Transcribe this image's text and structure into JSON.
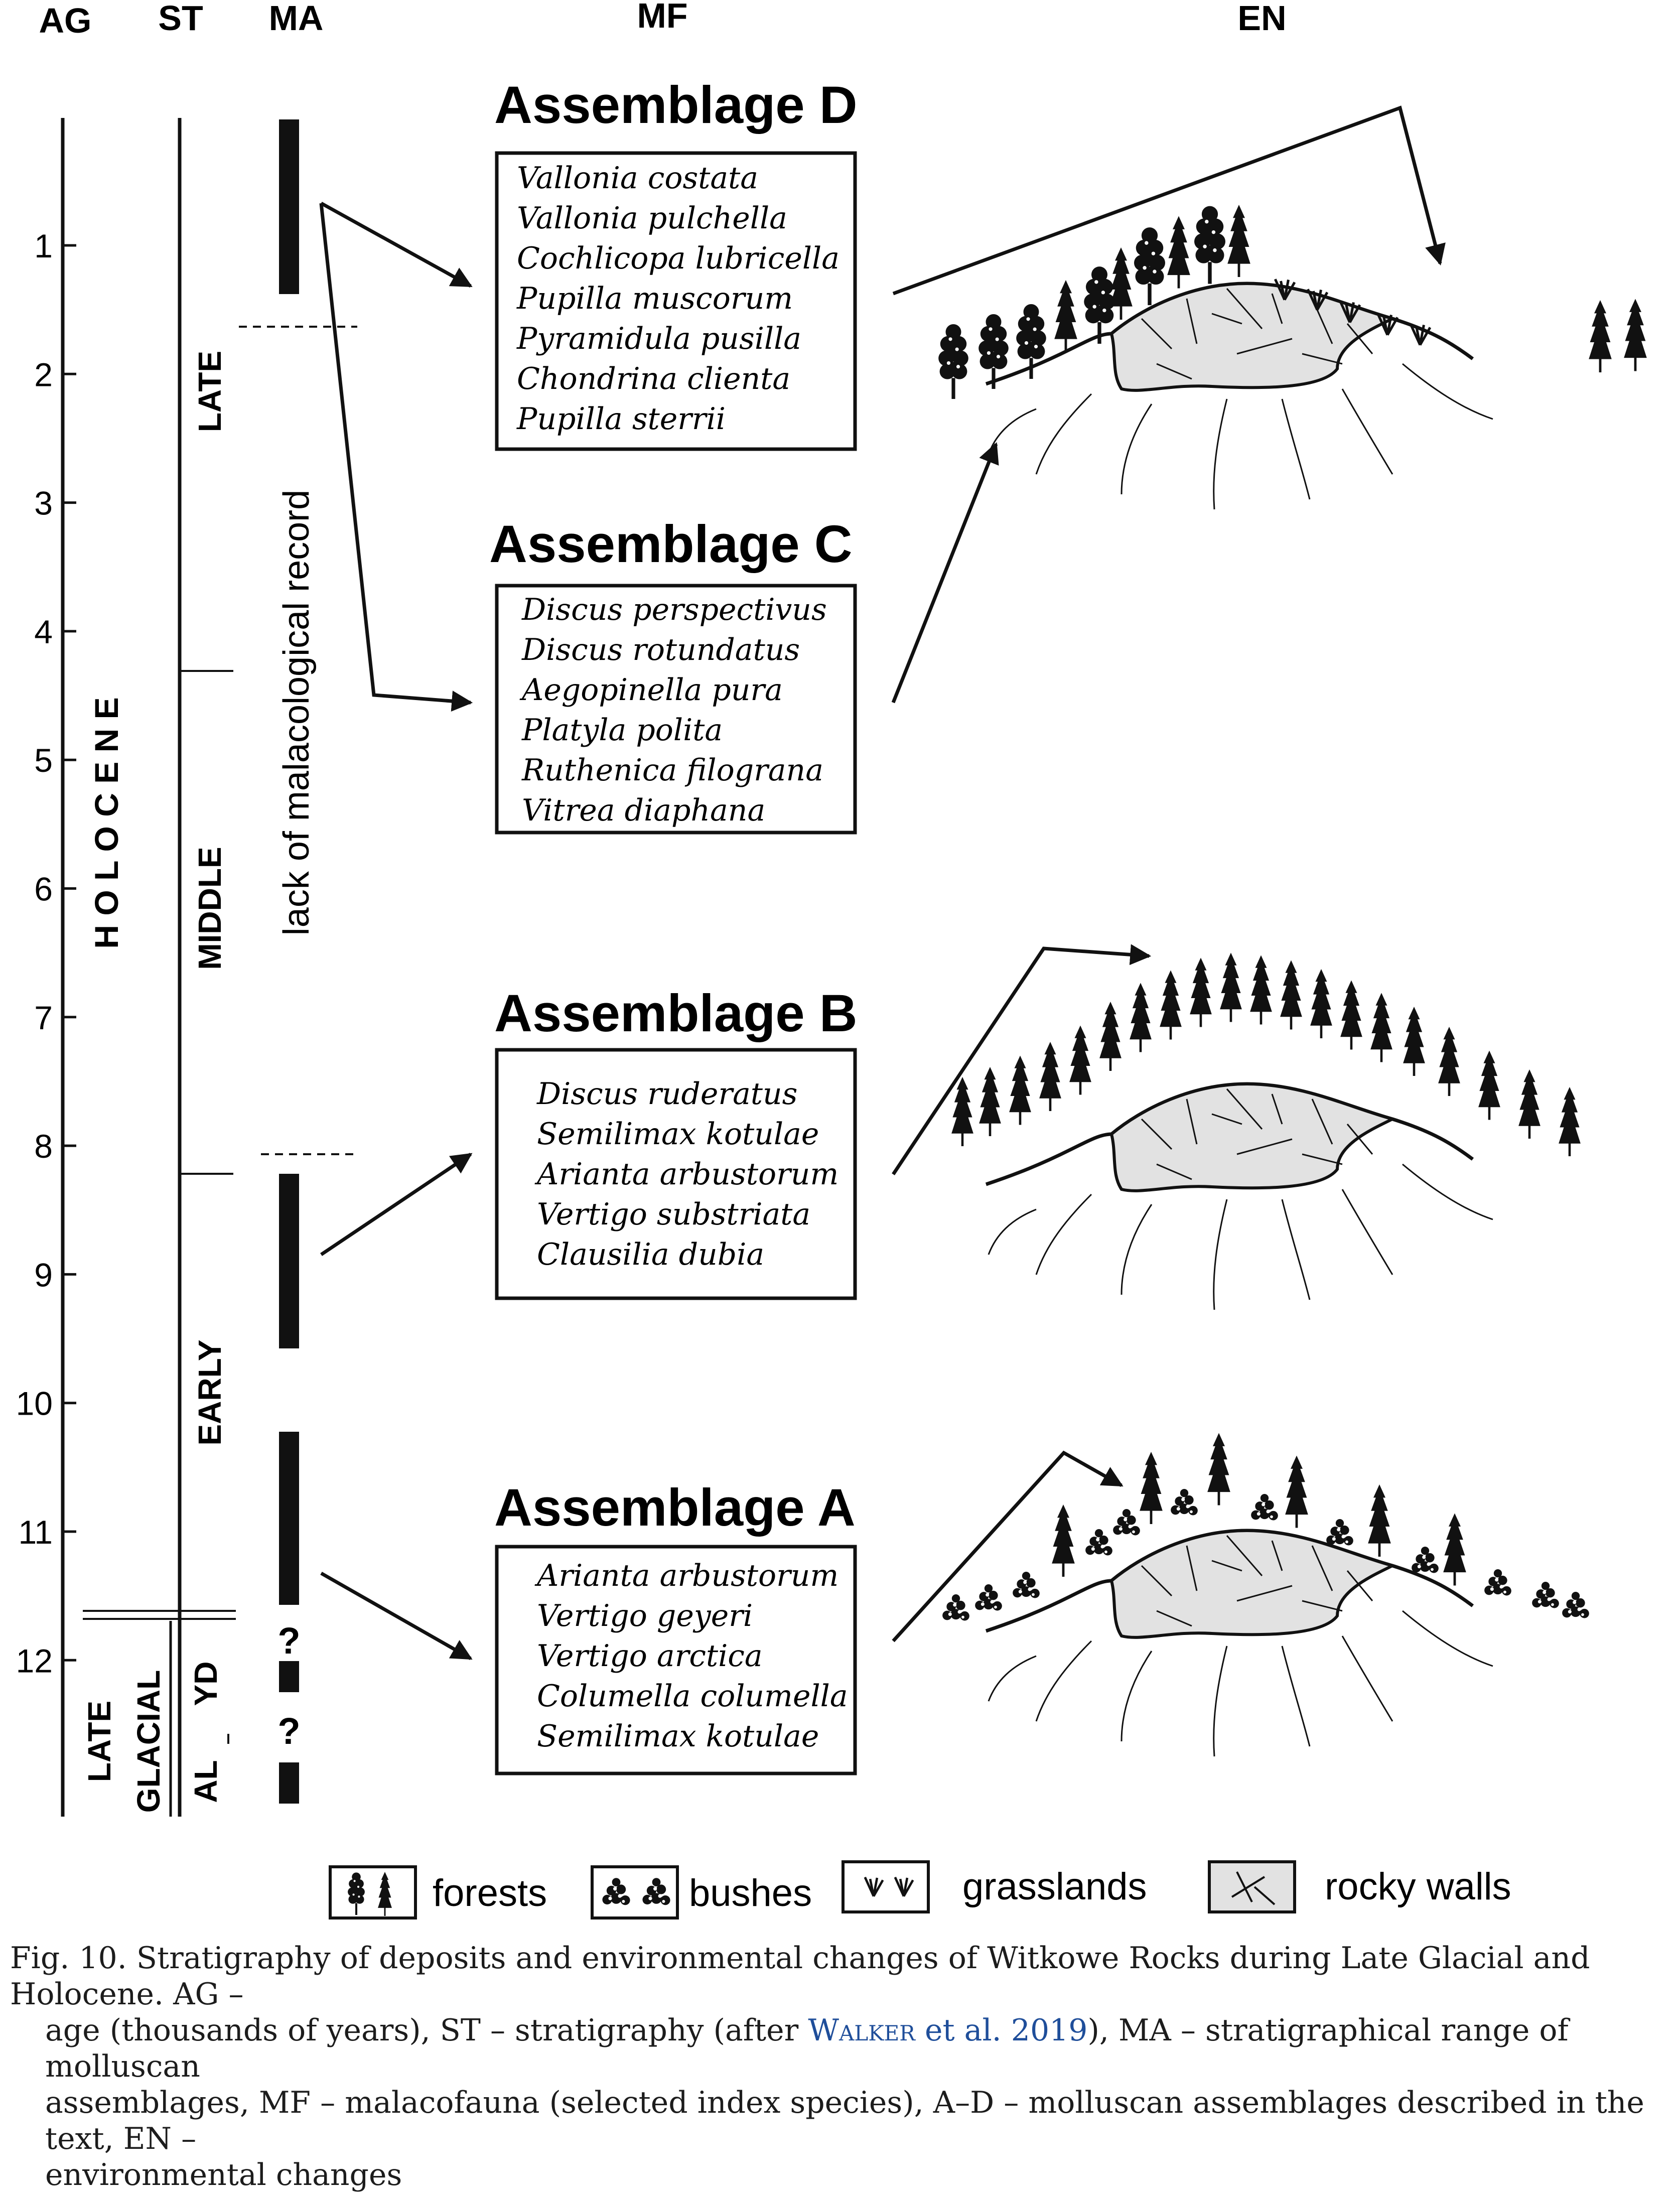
{
  "colors": {
    "ink": "#111111",
    "rock_fill": "#e2e2e2",
    "link": "#1f4e9a"
  },
  "columns": {
    "ag": "AG",
    "st": "ST",
    "ma": "MA",
    "mf": "MF",
    "en": "EN"
  },
  "age_ticks": [
    "1",
    "2",
    "3",
    "4",
    "5",
    "6",
    "7",
    "8",
    "9",
    "10",
    "11",
    "12"
  ],
  "epochs": {
    "holocene": "H O L O C E N E",
    "late_glacial_1": "LATE",
    "late_glacial_2": "GLACIAL"
  },
  "stages": {
    "late": "LATE",
    "middle": "MIDDLE",
    "early": "EARLY",
    "yd": "YD",
    "al": "AL"
  },
  "ma": {
    "gap_text": "lack of malacological record",
    "q1": "?",
    "q2": "?"
  },
  "assemblages": [
    {
      "title": "Assemblage D",
      "species": [
        "Vallonia costata",
        "Vallonia pulchella",
        "Cochlicopa lubricella",
        "Pupilla muscorum",
        "Pyramidula pusilla",
        "Chondrina clienta",
        "Pupilla sterrii"
      ]
    },
    {
      "title": "Assemblage C",
      "species": [
        "Discus perspectivus",
        "Discus rotundatus",
        "Aegopinella pura",
        "Platyla polita",
        "Ruthenica filograna",
        "Vitrea diaphana"
      ]
    },
    {
      "title": "Assemblage B",
      "species": [
        "Discus ruderatus",
        "Semilimax kotulae",
        "Arianta arbustorum",
        "Vertigo substriata",
        "Clausilia dubia"
      ]
    },
    {
      "title": "Assemblage A",
      "species": [
        "Arianta arbustorum",
        "Vertigo geyeri",
        "Vertigo arctica",
        "Columella columella",
        "Semilimax kotulae"
      ]
    }
  ],
  "legend": {
    "forests": "forests",
    "bushes": "bushes",
    "grasslands": "grasslands",
    "rocky_walls": "rocky walls"
  },
  "caption": {
    "line1": "Fig. 10. Stratigraphy of deposits and environmental changes of Witkowe Rocks during Late Glacial and Holocene. AG –",
    "line2a": "age (thousands of years), ST – stratigraphy (after ",
    "ref_name": "Walker",
    "ref_rest": " et al. 2019",
    "line2b": "), MA – stratigraphical range of molluscan",
    "line3": "assemblages, MF – malacofauna (selected index species), A–D – molluscan assemblages described in the text, EN –",
    "line4": "environmental changes"
  }
}
